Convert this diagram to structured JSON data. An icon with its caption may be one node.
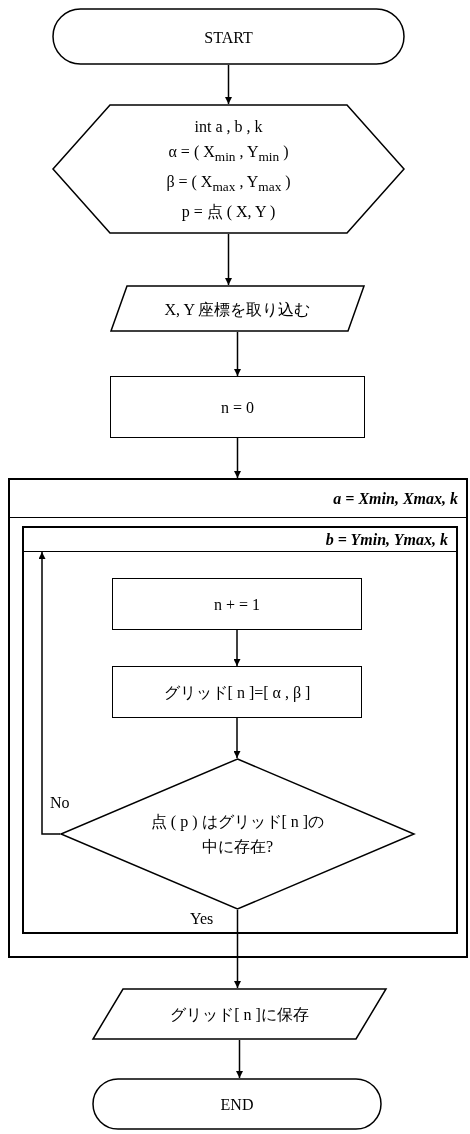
{
  "diagram": {
    "nodes": [
      {
        "text": [
          "START"
        ]
      },
      {
        "text": [
          "int a , b , k",
          "α = ( X$_{min}$ , Y$_{min}$ )",
          "β = ( X$_{max}$ , Y$_{max}$ )",
          "p = 点 ( X, Y )"
        ]
      },
      {
        "text": [
          "X, Y 座標を取り込む"
        ]
      },
      {
        "text": [
          "n = 0"
        ]
      },
      {
        "text": [
          "a = Xmin, Xmax, k"
        ]
      },
      {
        "text": [
          "b = Ymin, Ymax, k"
        ],
        "in": 4
      },
      {
        "text": [
          "n + = 1"
        ],
        "in": 5
      },
      {
        "text": [
          "グリッド[ n ]=[ α , β ]"
        ],
        "in": 5
      },
      {
        "text": [
          "点 ( p ) はグリッド[ n ]の中に存在?"
        ],
        "in": 5
      },
      {
        "text": [
          "グリッド[ n ]に保存"
        ]
      },
      {
        "text": [
          "END"
        ]
      }
    ],
    "edges": [
      {
        "from": 0,
        "to": 1,
        "arrow": "to"
      },
      {
        "from": 1,
        "to": 2,
        "arrow": "to"
      },
      {
        "from": 2,
        "to": 3,
        "arrow": "to"
      },
      {
        "from": 3,
        "to": 4,
        "arrow": "to"
      },
      {
        "from": 6,
        "to": 7,
        "arrow": "to"
      },
      {
        "from": 7,
        "to": 8,
        "arrow": "to"
      },
      {
        "from": 8,
        "to": 5,
        "arrow": "to",
        "label": "No"
      },
      {
        "from": 8,
        "to": 9,
        "arrow": "to",
        "label": "Yes"
      },
      {
        "from": 9,
        "to": 10,
        "arrow": "to"
      }
    ]
  }
}
